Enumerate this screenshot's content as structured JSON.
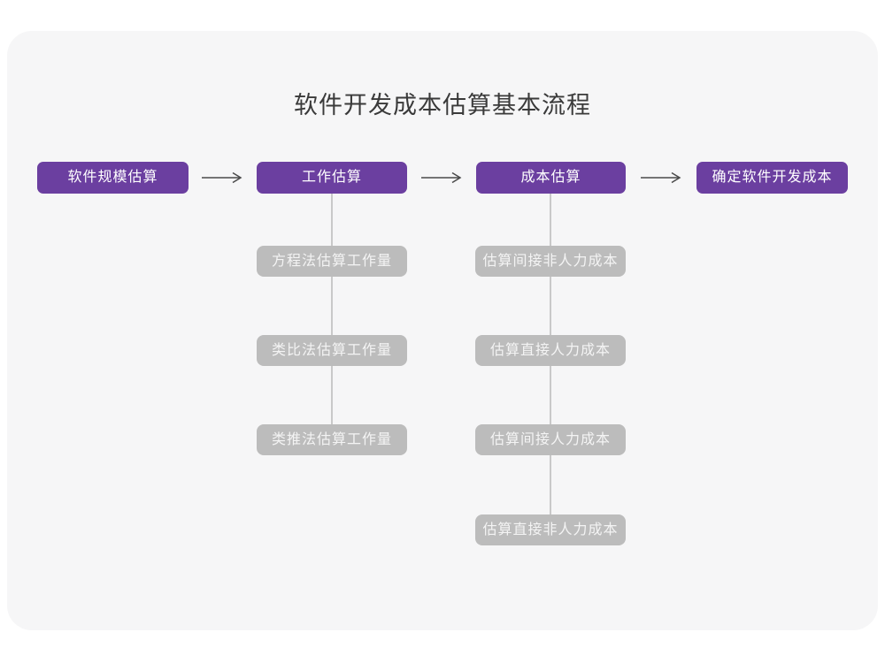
{
  "title": "软件开发成本估算基本流程",
  "colors": {
    "purple": "#6b3fa0",
    "gray_box": "#bcbcbc",
    "panel": "#f6f6f7",
    "background": "#ffffff",
    "arrow": "#4a4a4a",
    "connector": "#c9c9c9",
    "box_text": "#ffffff",
    "gray_box_text": "#f4f4f4",
    "title_text": "#3a3a3a"
  },
  "flow": {
    "stages": [
      {
        "label": "软件规模估算",
        "children": []
      },
      {
        "label": "工作估算",
        "children": [
          "方程法估算工作量",
          "类比法估算工作量",
          "类推法估算工作量"
        ]
      },
      {
        "label": "成本估算",
        "children": [
          "估算间接非人力成本",
          "估算直接人力成本",
          "估算间接人力成本",
          "估算直接非人力成本"
        ]
      },
      {
        "label": "确定软件开发成本",
        "children": []
      }
    ]
  }
}
